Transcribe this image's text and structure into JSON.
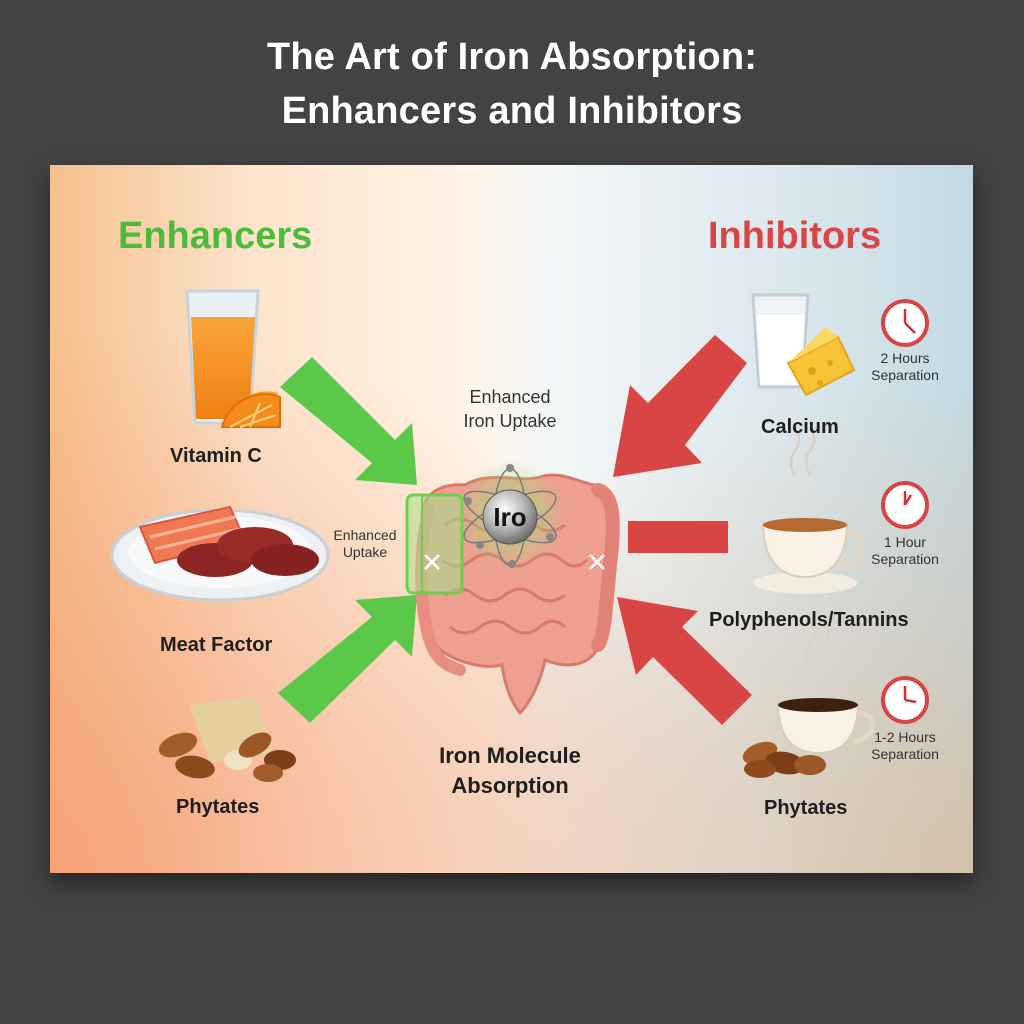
{
  "title": {
    "line1": "The Art of Iron Absorption:",
    "line2": "Enhancers and Inhibitors"
  },
  "enhancers": {
    "heading": "Enhancers",
    "items": [
      {
        "label": "Vitamin C",
        "icon": "orange-juice-icon"
      },
      {
        "label": "Meat Factor",
        "icon": "meat-plate-icon"
      },
      {
        "label": "Phytates",
        "icon": "nuts-icon"
      }
    ]
  },
  "inhibitors": {
    "heading": "Inhibitors",
    "items": [
      {
        "label": "Calcium",
        "icon": "milk-cheese-icon",
        "separation": [
          "2 Hours",
          "Separation"
        ]
      },
      {
        "label": "Polyphenols/Tannins",
        "icon": "tea-cup-icon",
        "separation": [
          "1 Hour",
          "Separation"
        ]
      },
      {
        "label": "Phytates",
        "icon": "coffee-nuts-icon",
        "separation": [
          "1-2 Hours",
          "Separation"
        ]
      }
    ]
  },
  "center": {
    "uptake_label": [
      "Enhanced",
      "Iron Uptake"
    ],
    "side_label": [
      "Enhanced",
      "Uptake"
    ],
    "iron_label": "Iro",
    "bottom_label": [
      "Iron Molecule",
      "Absorption"
    ]
  },
  "colors": {
    "background": "#434343",
    "enhancer": "#4cbb3c",
    "inhibitor": "#d94545",
    "intestine": "#ec9a8c"
  }
}
